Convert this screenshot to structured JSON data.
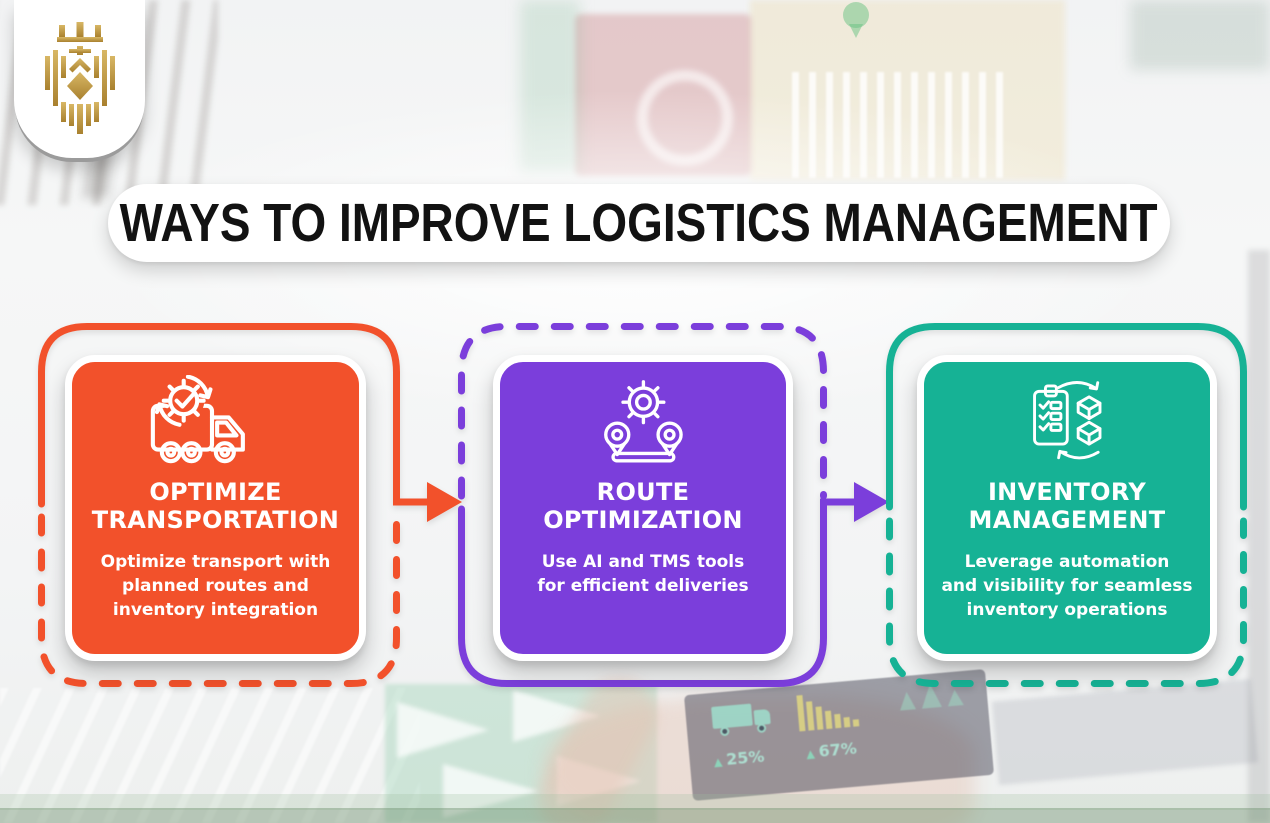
{
  "header": {
    "logo_name": "gold-crest-logo",
    "title": "WAYS TO IMPROVE LOGISTICS MANAGEMENT"
  },
  "cards": [
    {
      "title_lines": [
        "OPTIMIZE",
        "TRANSPORTATION"
      ],
      "description_lines": [
        "Optimize transport with",
        "planned routes and",
        "inventory integration"
      ],
      "icon": "truck-with-gear-icon",
      "accent": "#F2512B"
    },
    {
      "title_lines": [
        "ROUTE",
        "OPTIMIZATION"
      ],
      "description_lines": [
        "Use AI and TMS tools",
        "for efficient deliveries"
      ],
      "icon": "gear-route-pins-icon",
      "accent": "#7B3EDB"
    },
    {
      "title_lines": [
        "INVENTORY",
        "MANAGEMENT"
      ],
      "description_lines": [
        "Leverage automation",
        "and visibility for seamless",
        "inventory operations"
      ],
      "icon": "clipboard-boxes-sync-icon",
      "accent": "#16B295"
    }
  ],
  "background": {
    "dashboard_stats": [
      {
        "glyph": "▲",
        "value": "25%"
      },
      {
        "glyph": "▲",
        "value": "67%"
      }
    ]
  },
  "colors": {
    "orange": "#F2512B",
    "purple": "#7B3EDB",
    "teal": "#16B295",
    "banner_text": "#121212",
    "card_text": "#FFFFFF",
    "logo_gold": "#BE9440"
  }
}
